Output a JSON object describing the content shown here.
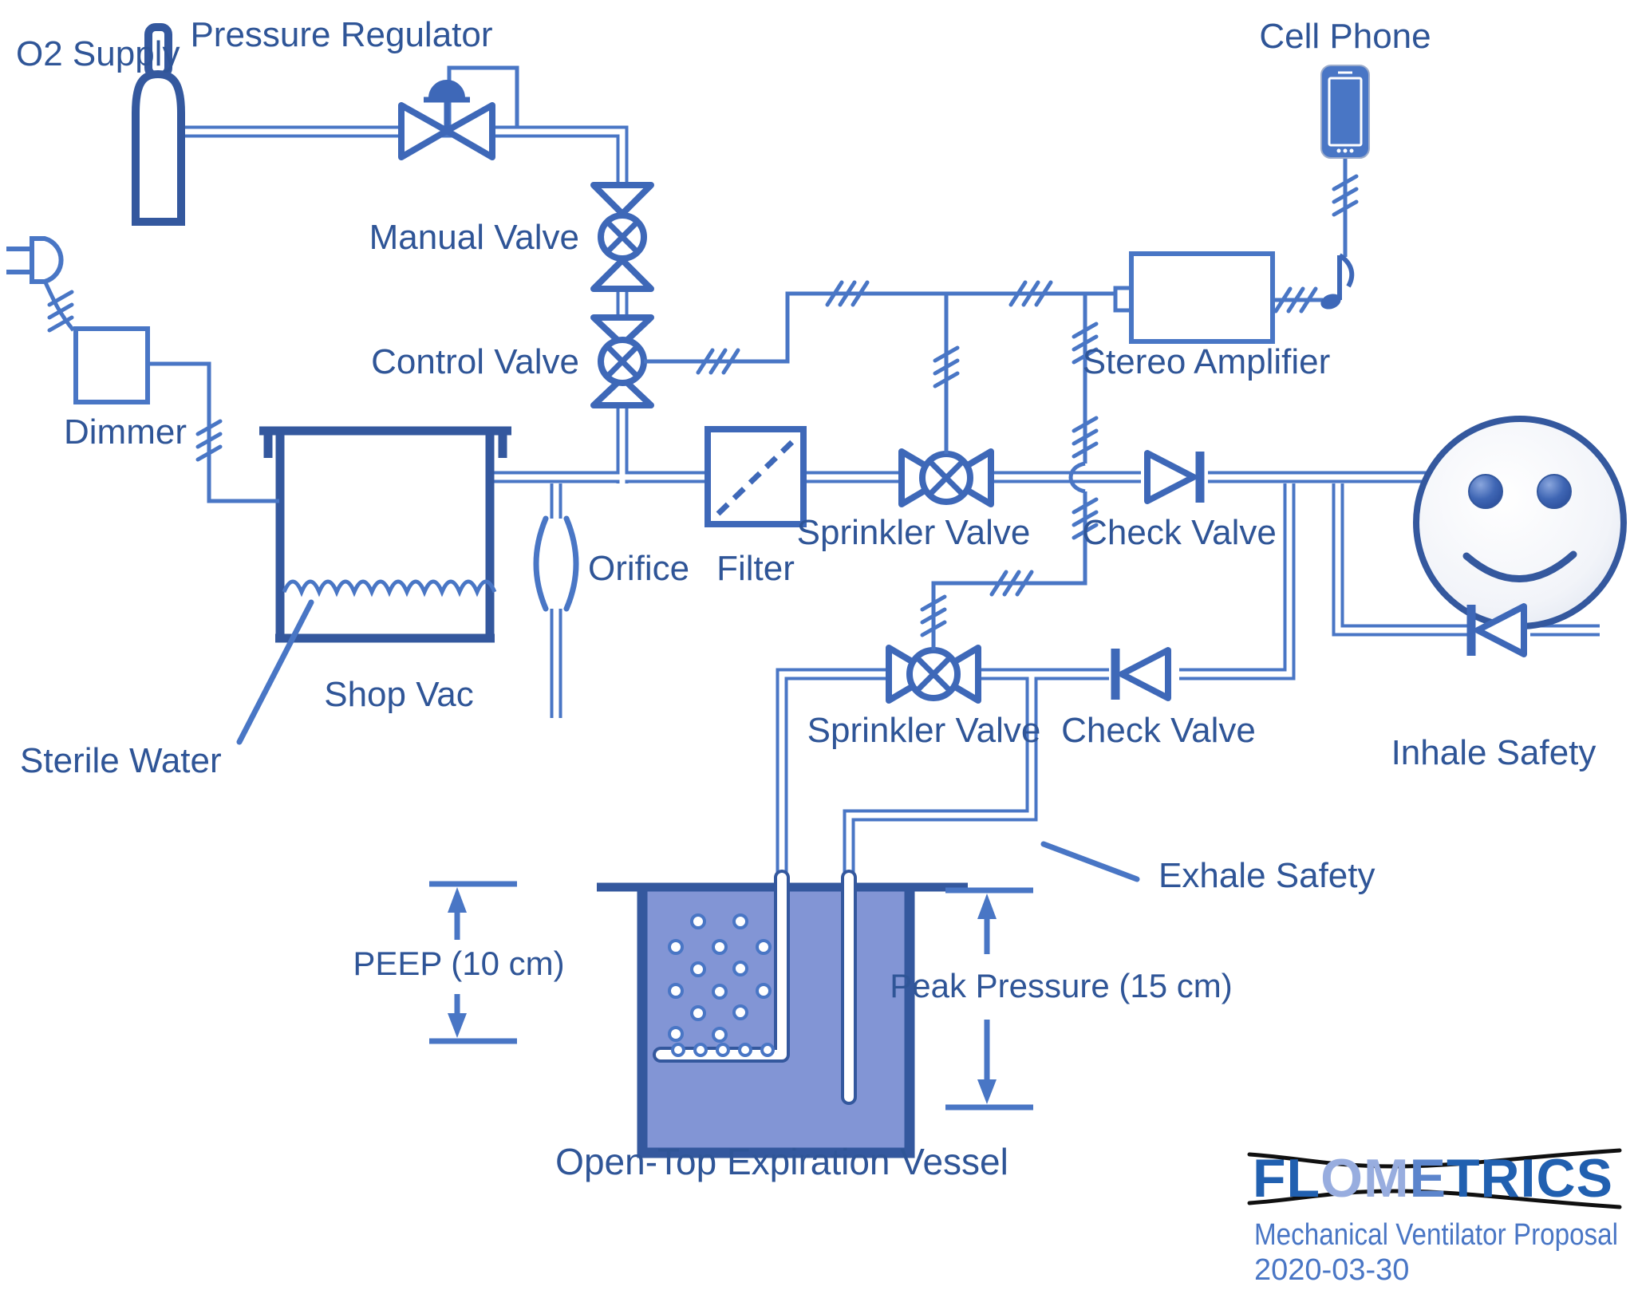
{
  "doc": {
    "type": "pneumatic-electrical schematic",
    "title": "Mechanical Ventilator Proposal",
    "date": "2020-03-30"
  },
  "colors": {
    "line": "#4976C5",
    "symbol": "#3E68B8",
    "dark": "#34589E",
    "text": "#2F5597",
    "water": "#8295D5",
    "logo_dark": "#2160B0",
    "logo_light": "#98ADDF",
    "logo_mid": "#5C85CC",
    "venturi": "#101010"
  },
  "labels": {
    "o2_supply": "O2 Supply",
    "pressure_regulator": "Pressure Regulator",
    "manual_valve": "Manual Valve",
    "control_valve": "Control Valve",
    "cell_phone": "Cell Phone",
    "stereo_amplifier": "Stereo Amplifier",
    "dimmer": "Dimmer",
    "shop_vac": "Shop Vac",
    "sterile_water": "Sterile Water",
    "orifice": "Orifice",
    "filter": "Filter",
    "sprinkler_valve_top": "Sprinkler Valve",
    "check_valve_top": "Check Valve",
    "sprinkler_valve_bottom": "Sprinkler Valve",
    "check_valve_bottom": "Check Valve",
    "inhale_safety": "Inhale Safety",
    "exhale_safety": "Exhale Safety",
    "peep": "PEEP (10 cm)",
    "peak_pressure": "Peak Pressure (15 cm)",
    "open_top_vessel": "Open-Top Expiration Vessel"
  },
  "logo": {
    "fl": "FL",
    "om": "OM",
    "e": "E",
    "trics": "TRICS",
    "subtitle": "Mechanical Ventilator Proposal",
    "date": "2020-03-30"
  }
}
